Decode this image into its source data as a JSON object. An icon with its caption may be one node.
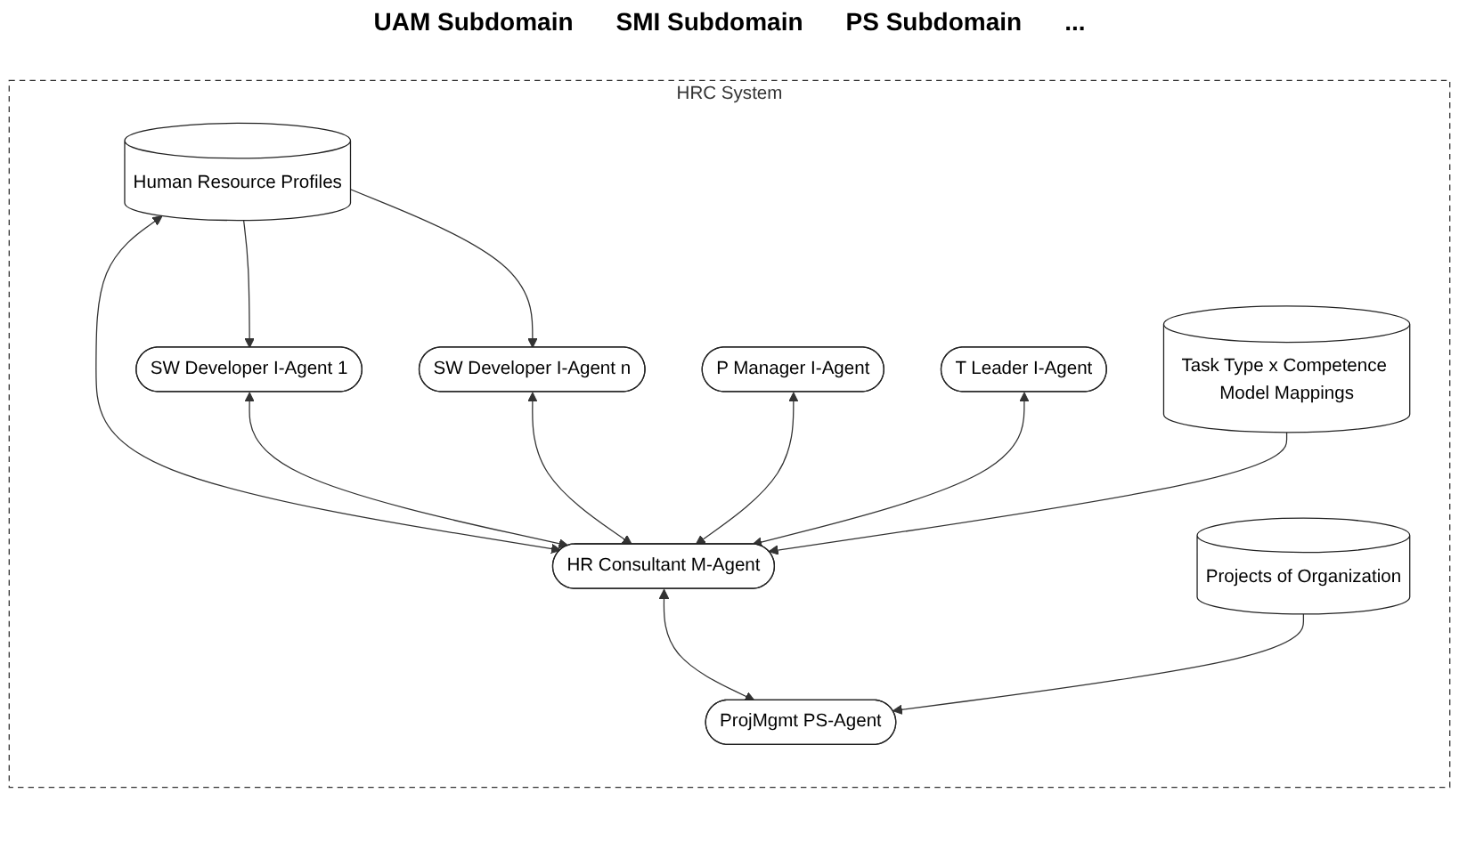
{
  "diagram": {
    "nodes": [
      {
        "text": [
          "HRC System"
        ]
      },
      {
        "text": [
          "Human Resource Profiles"
        ],
        "in": 0
      },
      {
        "text": [
          "Projects of Organization"
        ],
        "in": 0
      },
      {
        "text": [
          "SW Developer I-Agent 1"
        ],
        "in": 0
      },
      {
        "text": [
          "SW Developer I-Agent n"
        ],
        "in": 0
      },
      {
        "text": [
          "HR Consultant M-Agent"
        ],
        "in": 0
      },
      {
        "text": [
          "ProjMgmt PS-Agent"
        ],
        "in": 0
      },
      {
        "text": [
          "P Manager I-Agent"
        ],
        "in": 0
      },
      {
        "text": [
          "Task Type x Competence Model Mappings"
        ],
        "in": 0
      },
      {
        "text": [
          "T Leader I-Agent"
        ],
        "in": 0
      }
    ],
    "edges": [
      {
        "from": 1,
        "to": 3,
        "arrow": "to"
      },
      {
        "from": 1,
        "to": 4,
        "arrow": "to"
      },
      {
        "from": 1,
        "to": 5,
        "arrow": "both"
      },
      {
        "from": 3,
        "to": 5,
        "arrow": "both"
      },
      {
        "from": 4,
        "to": 5,
        "arrow": "both"
      },
      {
        "from": 7,
        "to": 5,
        "arrow": "both"
      },
      {
        "from": 9,
        "to": 5,
        "arrow": "both"
      },
      {
        "from": 5,
        "to": 6,
        "arrow": "both"
      },
      {
        "from": 2,
        "to": 6,
        "arrow": "to"
      },
      {
        "from": 8,
        "to": 5,
        "arrow": "to"
      }
    ],
    "labels": [
      "UAM Subdomain",
      "SMI Subdomain",
      "PS Subdomain",
      "..."
    ]
  }
}
